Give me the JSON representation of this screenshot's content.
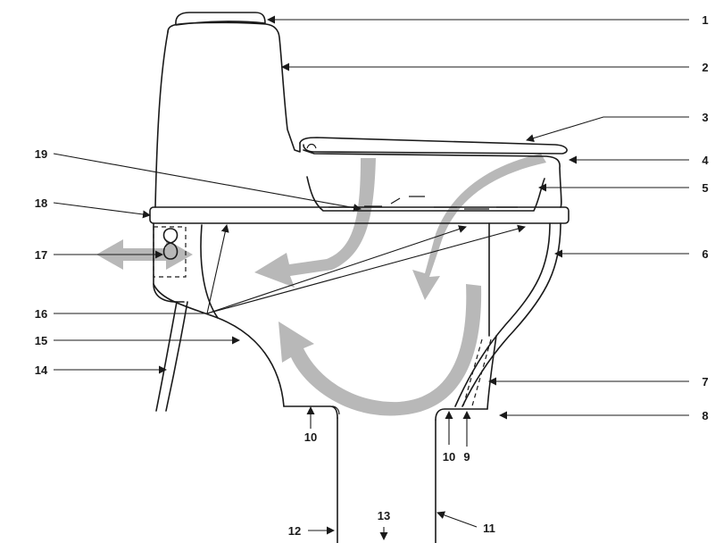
{
  "colors": {
    "line": "#1a1a1a",
    "flow_arrows": "#b8b8b8",
    "background": "#ffffff"
  },
  "callouts": {
    "c1": "1",
    "c2": "2",
    "c3": "3",
    "c4": "4",
    "c5": "5",
    "c6": "6",
    "c7": "7",
    "c8": "8",
    "c9": "9",
    "c10a": "10",
    "c10b": "10",
    "c11": "11",
    "c12": "12",
    "c13": "13",
    "c14": "14",
    "c15": "15",
    "c16": "16",
    "c17": "17",
    "c18": "18",
    "c19": "19"
  }
}
